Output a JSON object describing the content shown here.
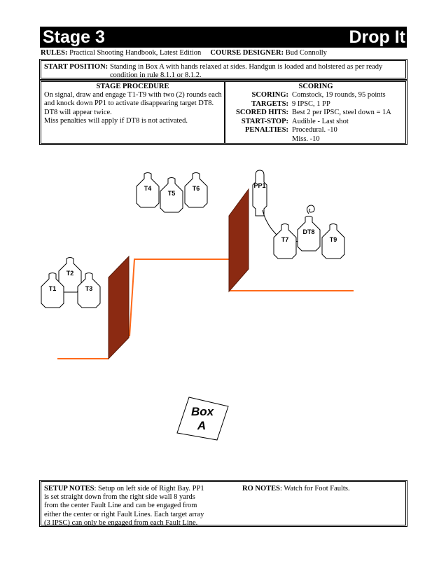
{
  "header": {
    "stage": "Stage 3",
    "name": "Drop It"
  },
  "rules_line": {
    "rules_label": "RULES:",
    "rules_value": "Practical Shooting Handbook, Latest Edition",
    "designer_label": "COURSE DESIGNER:",
    "designer_value": "Bud Connolly"
  },
  "start_position": {
    "label": "START POSITION:",
    "text": "Standing in Box A with hands relaxed at sides. Handgun is loaded and holstered as per ready condition in rule 8.1.1 or 8.1.2."
  },
  "procedure": {
    "heading": "STAGE PROCEDURE",
    "lines": [
      "On signal, draw and engage T1-T9 with two (2) rounds each",
      "and knock down PP1 to activate disappearing target DT8.",
      "DT8 will appear twice.",
      "Miss penalties will apply if DT8 is not activated."
    ]
  },
  "scoring": {
    "heading": "SCORING",
    "rows": [
      {
        "key": "SCORING:",
        "value": "Comstock, 19 rounds, 95 points"
      },
      {
        "key": "TARGETS:",
        "value": "9 IPSC, 1 PP"
      },
      {
        "key": "SCORED HITS:",
        "value": "Best 2 per IPSC, steel down = 1A"
      },
      {
        "key": "START-STOP:",
        "value": "Audible - Last shot"
      },
      {
        "key": "PENALTIES:",
        "value": "Procedural. -10"
      },
      {
        "key": "",
        "value": "Miss. -10"
      }
    ]
  },
  "diagram": {
    "targets": [
      "T1",
      "T2",
      "T3",
      "T4",
      "T5",
      "T6",
      "T7",
      "DT8",
      "T9"
    ],
    "popper": "PP1",
    "box_label_line1": "Box",
    "box_label_line2": "A",
    "colors": {
      "fault_line": "#ff6a1a",
      "wall": "#8b2a12"
    }
  },
  "setup_notes": {
    "label": "SETUP NOTES",
    "lines": [
      ": Setup on left side of Right Bay. PP1",
      "is set straight down from the right side wall 8 yards",
      "from the center Fault Line and can be engaged from",
      "either the center or right Fault Lines. Each target array",
      "(3 IPSC) can only be engaged from each Fault Line."
    ]
  },
  "ro_notes": {
    "label": "RO NOTES",
    "text": ":  Watch for Foot Faults."
  }
}
